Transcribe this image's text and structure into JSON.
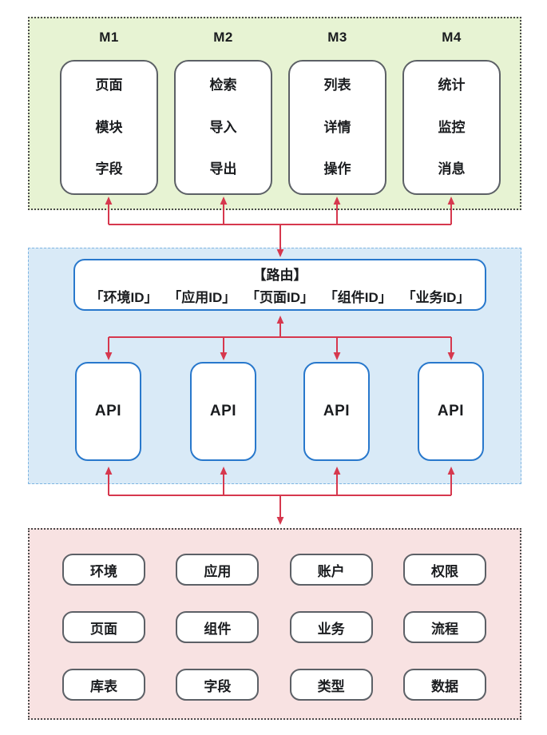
{
  "colors": {
    "panel_green_bg": "#e7f3d3",
    "panel_green_border": "#4a4a4a",
    "panel_blue_bg": "#d9eaf7",
    "panel_blue_border": "#7fb5e2",
    "panel_pink_bg": "#f8e2e2",
    "panel_pink_border": "#4a4a4a",
    "blue_box_border": "#2878cc",
    "gray_box_border": "#5c6066",
    "arrow_red": "#d6384e",
    "text_dark": "#1a1c1f"
  },
  "modules": [
    {
      "name": "M1",
      "items": [
        "页面",
        "模块",
        "字段"
      ]
    },
    {
      "name": "M2",
      "items": [
        "检索",
        "导入",
        "导出"
      ]
    },
    {
      "name": "M3",
      "items": [
        "列表",
        "详情",
        "操作"
      ]
    },
    {
      "name": "M4",
      "items": [
        "统计",
        "监控",
        "消息"
      ]
    }
  ],
  "router": {
    "title": "【路由】",
    "ids_line": "「环境ID」 「应用ID」 「页面ID」 「组件ID」 「业务ID」"
  },
  "api_boxes": [
    "API",
    "API",
    "API",
    "API"
  ],
  "bottom_rows": [
    [
      "环境",
      "应用",
      "账户",
      "权限"
    ],
    [
      "页面",
      "组件",
      "业务",
      "流程"
    ],
    [
      "库表",
      "字段",
      "类型",
      "数据"
    ]
  ]
}
